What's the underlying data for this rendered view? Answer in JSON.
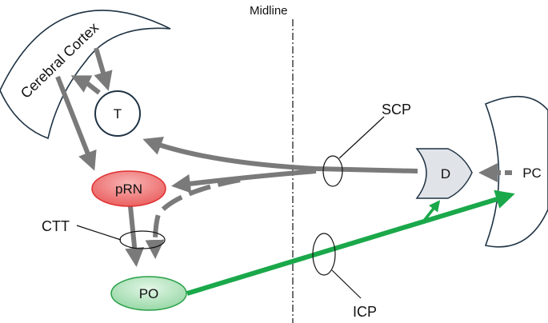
{
  "labels": {
    "midline": "Midline",
    "cortex": "Cerebral Cortex",
    "thalamus": "T",
    "prn": "pRN",
    "po": "PO",
    "dentate": "D",
    "pc": "PC",
    "scp": "SCP",
    "ctt": "CTT",
    "icp": "ICP"
  },
  "colors": {
    "pathway_gray": "#7a7a7a",
    "outline_dark": "#1f3344",
    "prn_fill": "#f08080",
    "prn_stroke": "#e03030",
    "po_fill": "#b8e6c0",
    "po_stroke": "#28a048",
    "green_path": "#1aa84a",
    "dentate_fill": "#e0e3e8"
  }
}
